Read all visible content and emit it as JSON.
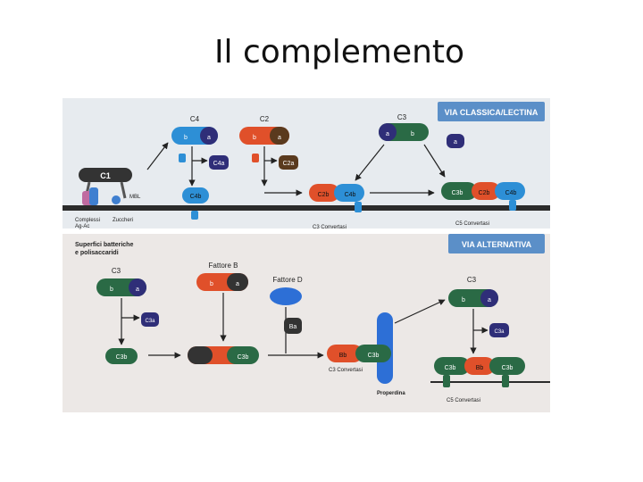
{
  "slide": {
    "title": "Il complemento"
  },
  "classical": {
    "header": "VIA CLASSICA/LECTINA",
    "c4_label": "C4",
    "c2_label": "C2",
    "c3_label": "C3",
    "b": "b",
    "a": "a",
    "c4a": "C4a",
    "c2a": "C2a",
    "c4b": "C4b",
    "c2b": "C2b",
    "c3b": "C3b",
    "c1": "C1",
    "mbl": "MBL",
    "complexes": "Complessi\nAg-Ac",
    "sugars": "Zuccheri",
    "c3_convertase": "C3 Convertasi",
    "c5_convertase": "C5 Convertasi"
  },
  "alternative": {
    "header": "VIA ALTERNATIVA",
    "surfaces": "Superfici batteriche\ne polisaccaridi",
    "c3_label": "C3",
    "factor_b": "Fattore B",
    "factor_d": "Fattore D",
    "b": "b",
    "a": "a",
    "c3a": "C3a",
    "c3b": "C3b",
    "ba": "Ba",
    "bb": "Bb",
    "c3_convertase": "C3 Convertasi",
    "properdin": "Properdina",
    "c3_right": "C3",
    "c3a_right": "C3a",
    "c5_convertase": "C5 Convertasi"
  },
  "colors": {
    "c4": "#2d8fd6",
    "c2": "#e0502a",
    "c3": "#2a6a45",
    "c2a": "#5a3a1e",
    "fragment_a": "#2f2e78",
    "membrane": "#2b2b2b",
    "header": "#5b8fc8",
    "panel_top": "#e7ebef",
    "panel_bottom": "#ece8e6"
  }
}
